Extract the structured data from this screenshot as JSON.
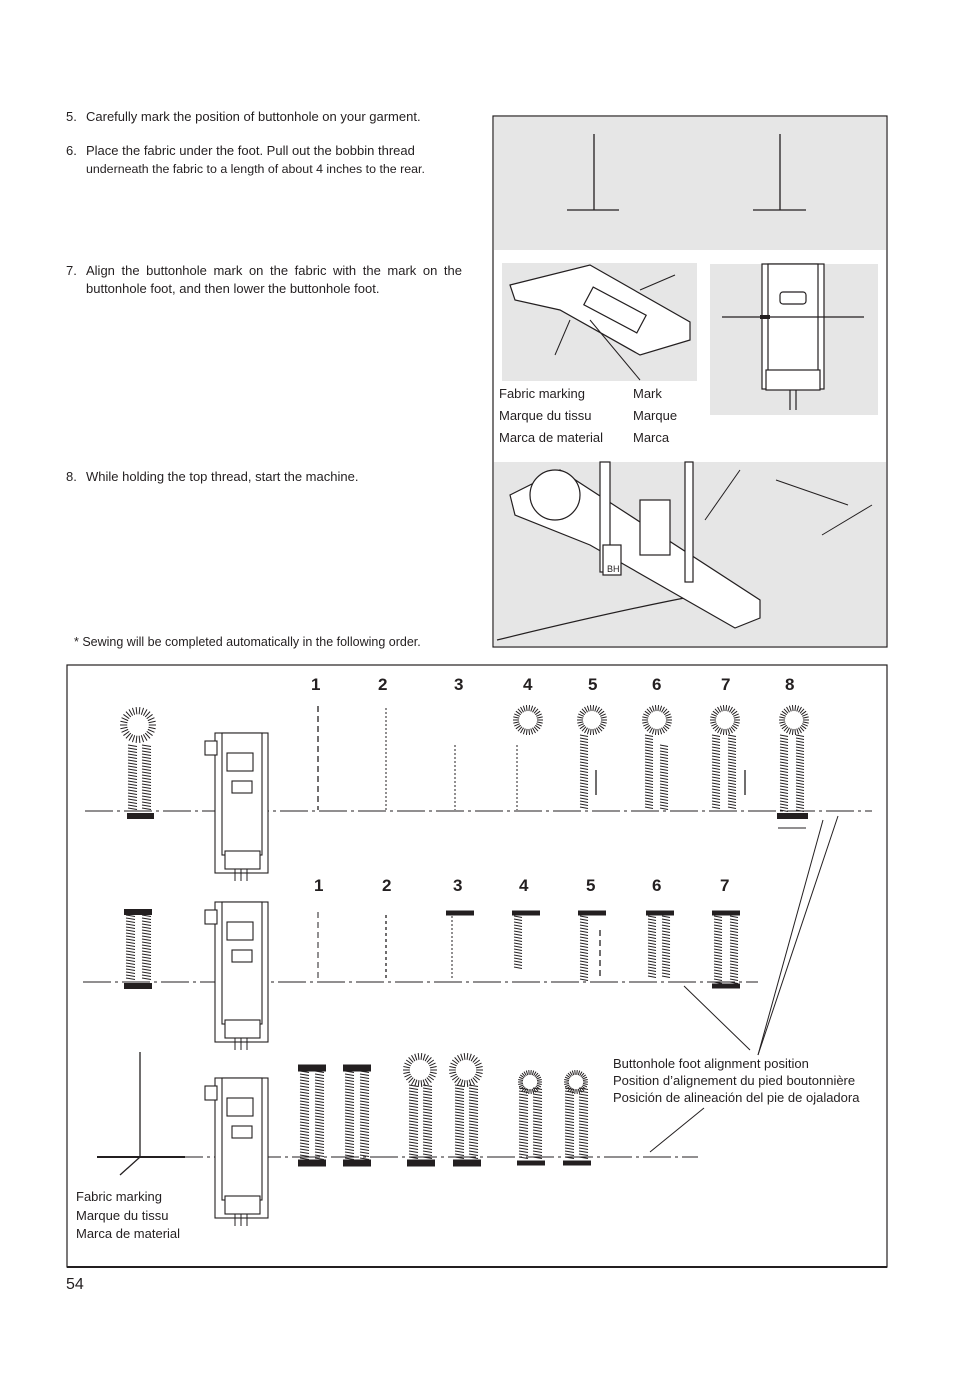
{
  "steps": [
    {
      "num": "5.",
      "text": "Carefully mark the position of buttonhole on your garment."
    },
    {
      "num": "6.",
      "text": "Place the fabric under the foot. Pull out the bobbin thread",
      "text2": "underneath the fabric to a length of about 4 inches to the rear."
    },
    {
      "num": "7.",
      "text": "Align the buttonhole mark on the fabric with the mark on the buttonhole foot, and then lower the buttonhole foot."
    },
    {
      "num": "8.",
      "text": "While holding the top thread, start the machine."
    }
  ],
  "note": "* Sewing will be completed automatically in the following order.",
  "labels": {
    "fabric_marking": [
      "Fabric marking",
      "Marque du tissu",
      "Marca de material"
    ],
    "mark": [
      "Mark",
      "Marque",
      "Marca"
    ]
  },
  "alignment_caption": [
    "Buttonhole foot alignment position",
    "Position d’alignement du pied boutonnière",
    "Posición de alineación del pie de ojaladora"
  ],
  "row1_numbers": [
    "1",
    "2",
    "3",
    "4",
    "5",
    "6",
    "7",
    "8"
  ],
  "row2_numbers": [
    "1",
    "2",
    "3",
    "4",
    "5",
    "6",
    "7"
  ],
  "page_number": "54"
}
